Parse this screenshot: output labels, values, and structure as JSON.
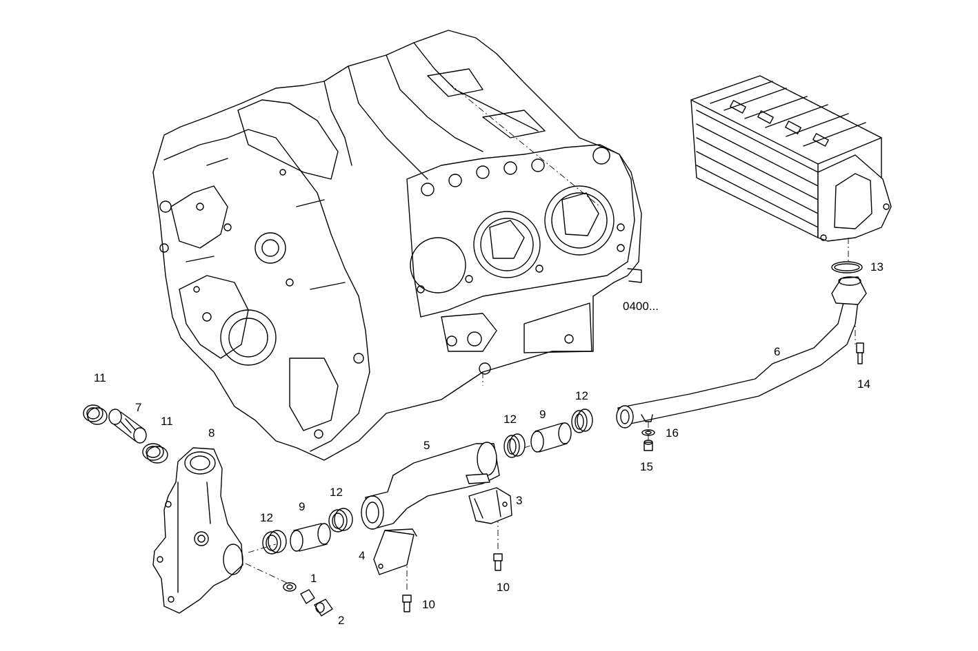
{
  "reference": "0400...",
  "callouts": [
    "1",
    "2",
    "3",
    "4",
    "5",
    "6",
    "7",
    "8",
    "9",
    "9",
    "10",
    "10",
    "11",
    "11",
    "12",
    "12",
    "12",
    "12",
    "13",
    "14",
    "15",
    "16"
  ]
}
